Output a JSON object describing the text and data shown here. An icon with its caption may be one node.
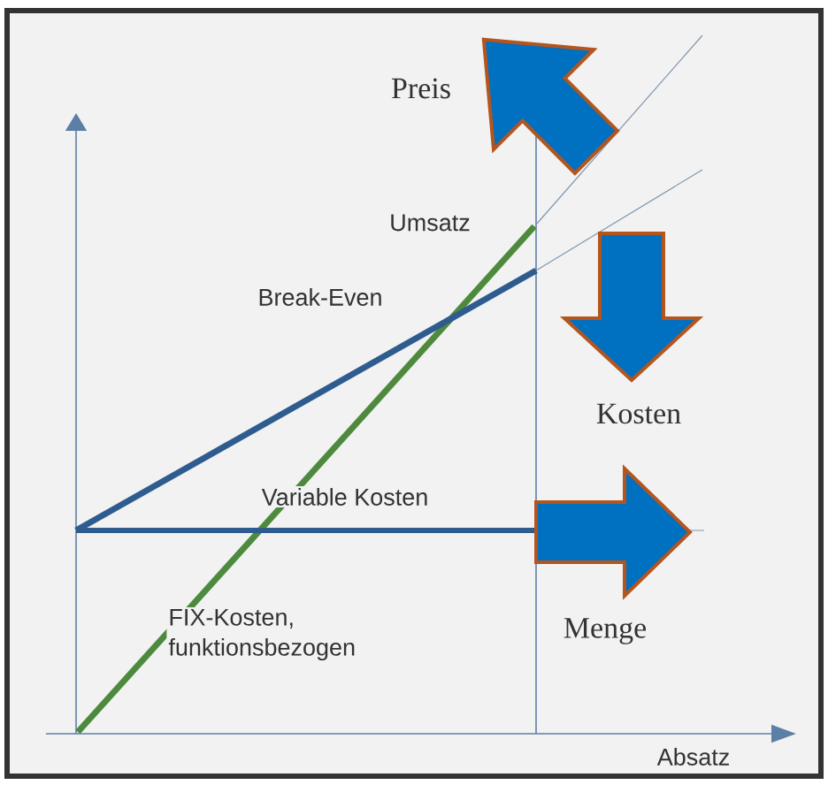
{
  "diagram": {
    "labels": [
      "Preis",
      "Umsatz",
      "Break-Even",
      "Kosten",
      "Variable Kosten",
      "FIX-Kosten, funktionsbezogen",
      "Menge",
      "Absatz"
    ]
  }
}
